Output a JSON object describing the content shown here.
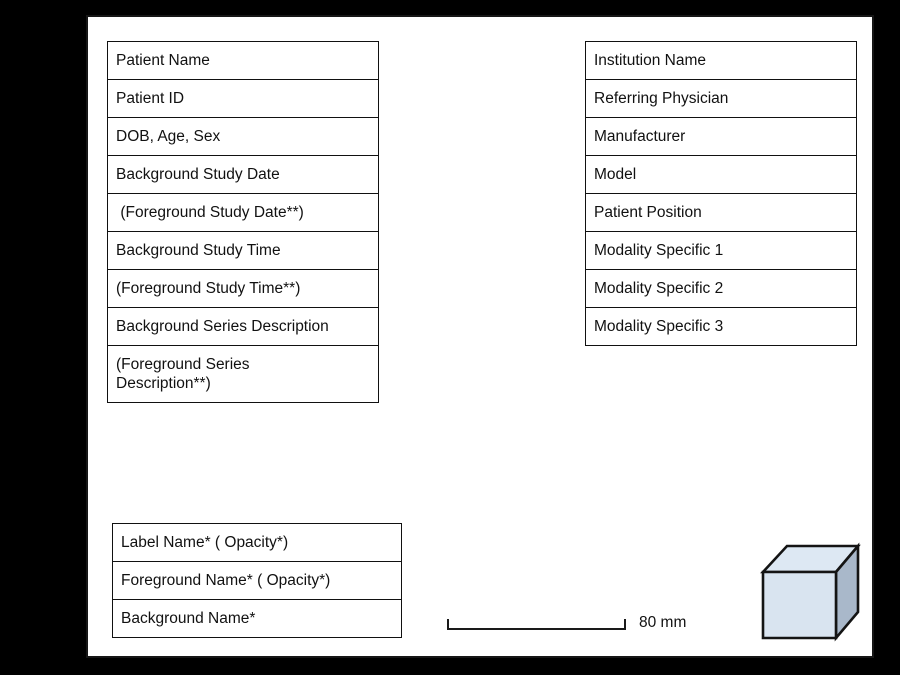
{
  "viewer": {
    "background_color": "#000000",
    "canvas_color": "#ffffff"
  },
  "patient_info_overlay": {
    "rows": [
      "Patient Name",
      "Patient ID",
      "DOB, Age, Sex",
      "Background Study Date",
      " (Foreground Study Date**)",
      "Background Study Time",
      "(Foreground Study Time**)",
      "Background Series Description",
      "(Foreground Series Description**)"
    ]
  },
  "institution_info_overlay": {
    "rows": [
      "Institution Name",
      "Referring Physician",
      "Manufacturer",
      "Model",
      "Patient Position",
      "Modality Specific 1",
      "Modality Specific 2",
      "Modality Specific 3"
    ]
  },
  "layer_info_overlay": {
    "rows": [
      "Label Name* ( Opacity*)",
      "Foreground Name* ( Opacity*)",
      "Background Name*"
    ]
  },
  "scale_bar": {
    "label": "80 mm"
  },
  "orientation_cube": {
    "front_color": "#d9e4f0",
    "top_color": "#dde8f3",
    "side_color": "#a9b8ca",
    "outline_color": "#141414"
  }
}
